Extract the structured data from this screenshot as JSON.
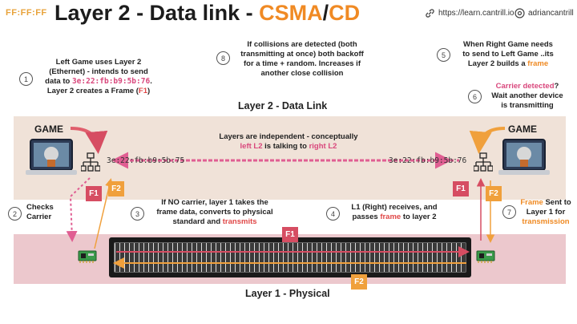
{
  "header": {
    "brand": "FF:FF:FF",
    "title_prefix": "Layer 2 - Data link - ",
    "title_csma": "CSMA",
    "title_slash": "/",
    "title_cd": "CD",
    "url": "https://learn.cantrill.io",
    "handle": "adriancantrill"
  },
  "labels": {
    "layer2": "Layer 2 - Data Link",
    "layer1": "Layer 1 - Physical",
    "game_left": "GAME",
    "game_right": "GAME",
    "mac_left": "3e:22:fb:b9:5b:75",
    "mac_right": "3e:22:fb:b9:5b:76",
    "frame1": "F1",
    "frame2": "F2"
  },
  "notes": {
    "n1": {
      "num": "1",
      "a": "Left Game uses Layer 2",
      "b": "(Ethernet) - intends to send",
      "c_pre": "data to ",
      "c_mac": "3e:22:fb:b9:5b:76",
      "c_post": ".",
      "d_pre": "Layer 2 creates a Frame (",
      "d_f": "F1",
      "d_post": ")"
    },
    "n2": {
      "num": "2",
      "a": "Checks",
      "b": "Carrier"
    },
    "n3": {
      "num": "3",
      "a": "If NO carrier, layer 1 takes the",
      "b": "frame data, converts to physical",
      "c_pre": "standard and ",
      "c_hl": "transmits"
    },
    "n4": {
      "num": "4",
      "a": "L1 (Right) receives, and",
      "b_pre": "passes ",
      "b_hl": "frame",
      "b_post": " to layer 2"
    },
    "n5": {
      "num": "5",
      "a": "When Right Game needs",
      "b": "to send to Left Game ..its",
      "c_pre": "Layer 2 builds a ",
      "c_hl": "frame"
    },
    "n6": {
      "num": "6",
      "a_hl": "Carrier detected",
      "a_post": "?",
      "b": "Wait another device",
      "c": "is transmitting"
    },
    "n7": {
      "num": "7",
      "a_hl": "Frame",
      "a_post": " Sent to",
      "b": "Layer 1 for",
      "c_hl": "transmission"
    },
    "n8": {
      "num": "8",
      "a": "If collisions are detected (both",
      "b": "transmitting at once) both backoff",
      "c": "for a time + random. Increases if",
      "d": "another close collision"
    },
    "center": {
      "a": "Layers are independent - conceptually",
      "b_l": "left L2",
      "b_mid": " is talking to ",
      "b_r": "right L2"
    }
  },
  "colors": {
    "pink": "#d9477c",
    "orange": "#f08a24",
    "frame1": "#d64d62",
    "frame2": "#f0a03c",
    "l2band": "#f0e2d8",
    "l1band": "#ecc8cd"
  }
}
